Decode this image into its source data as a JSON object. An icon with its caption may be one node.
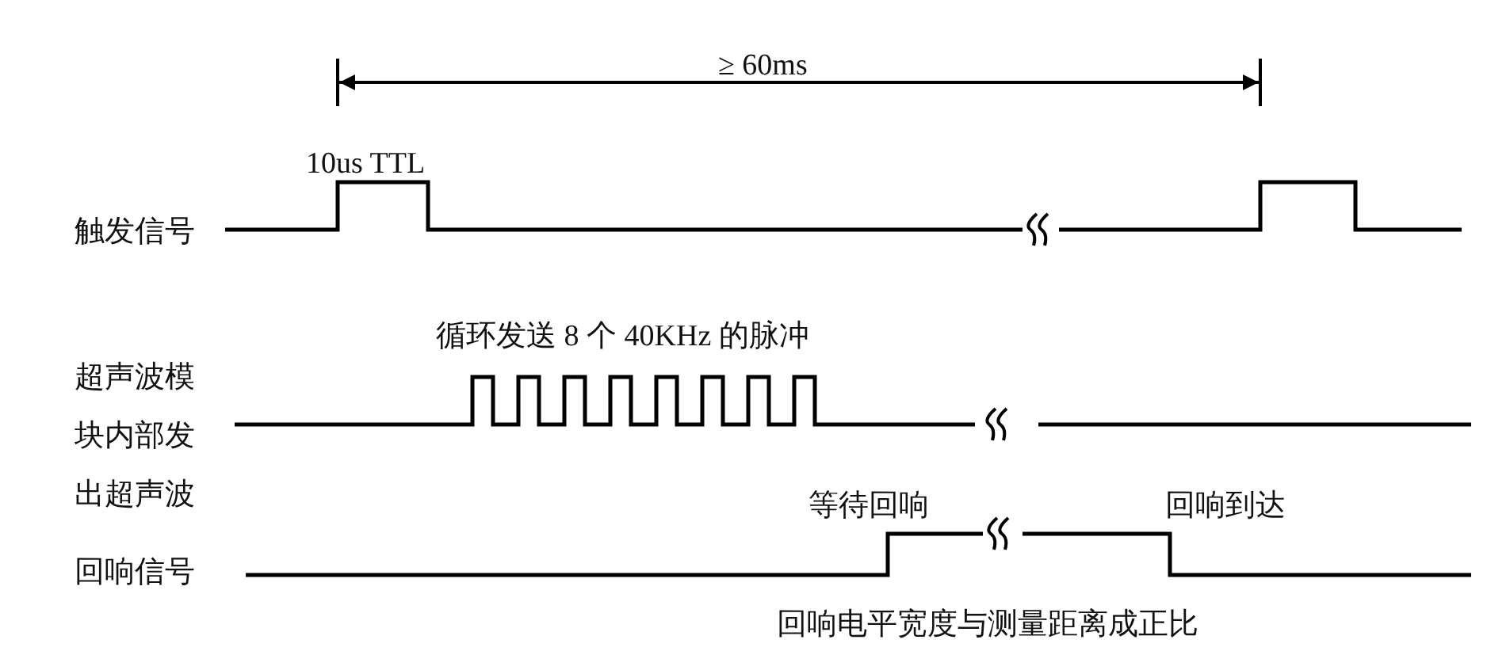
{
  "diagram": {
    "labels": [
      "≥ 60ms",
      "10us TTL",
      "触发信号",
      "循环发送 8 个 40KHz 的脉冲",
      "超声波模块内部发出超声波",
      "等待回响",
      "回响到达",
      "回响信号",
      "回响电平宽度与测量距离成正比"
    ]
  }
}
